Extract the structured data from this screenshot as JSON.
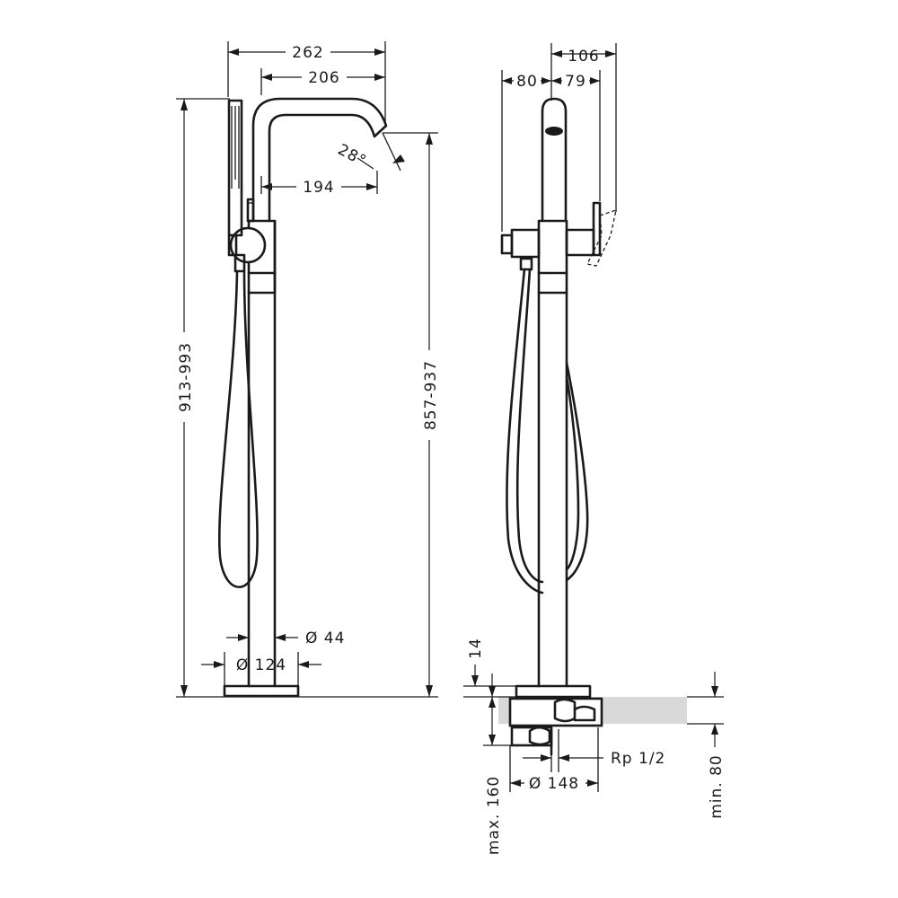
{
  "colors": {
    "line": "#1a1a1a",
    "floor": "#d9d9d9",
    "background": "#ffffff"
  },
  "dimensions": {
    "left": {
      "width_overall": "262",
      "width_spout": "206",
      "spout_angle": "28°",
      "spout_reach": "194",
      "height_total": "913-993",
      "height_spout": "857-937",
      "pipe_diameter": "Ø 44",
      "base_diameter": "Ø 124"
    },
    "right": {
      "depth_handle": "106",
      "depth_front": "80",
      "depth_back": "79",
      "base_thickness": "14",
      "thread": "Rp 1/2",
      "rough_diameter": "Ø 148",
      "max_depth": "max. 160",
      "min_depth": "min. 80"
    }
  }
}
